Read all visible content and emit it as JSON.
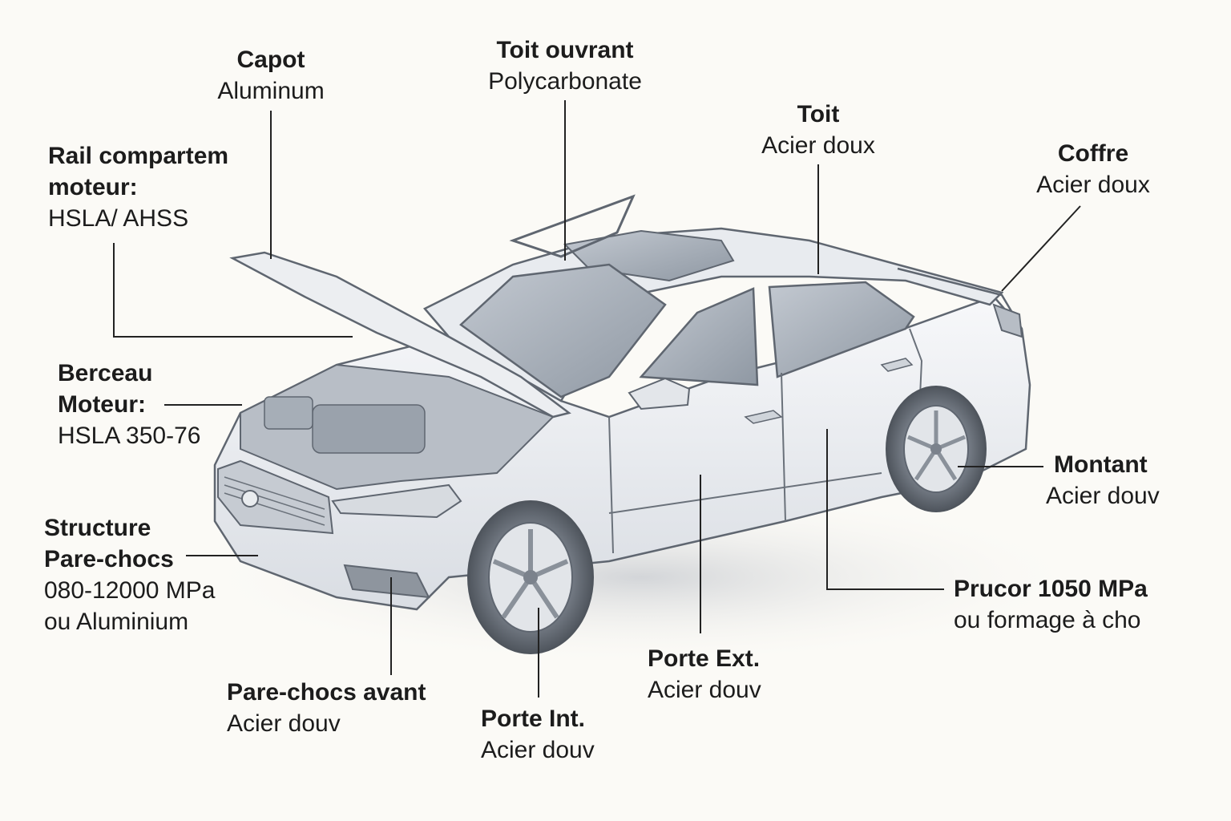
{
  "labels": {
    "capot": {
      "title": "Capot",
      "material": "Aluminum"
    },
    "toit_ouvrant": {
      "title": "Toit ouvrant",
      "material": "Polycarbonate"
    },
    "toit": {
      "title": "Toit",
      "material": "Acier doux"
    },
    "coffre": {
      "title": "Coffre",
      "material": "Acier doux"
    },
    "rail": {
      "title_1": "Rail compartem",
      "title_2": "moteur:",
      "material": "HSLA/ AHSS"
    },
    "berceau": {
      "title_1": "Berceau",
      "title_2": "Moteur:",
      "material": "HSLA 350-76"
    },
    "structure": {
      "title_1": "Structure",
      "title_2": "Pare-chocs",
      "material_1": "080-12000 MPa",
      "material_2": "ou Aluminium"
    },
    "pare_chocs_avant": {
      "title": "Pare-chocs avant",
      "material": "Acier douv"
    },
    "porte_int": {
      "title": "Porte Int.",
      "material": "Acier douv"
    },
    "porte_ext": {
      "title": "Porte Ext.",
      "material": "Acier douv"
    },
    "montant": {
      "title": "Montant",
      "material": "Acier douv"
    },
    "prucor": {
      "title": "Prucor 1050 MPa",
      "material": "ou formage à cho"
    }
  },
  "colors": {
    "background": "#fbfaf6",
    "body_paint": "#eef0f3",
    "outline": "#5f6670",
    "glass": "#a9b1bb",
    "leader_line": "#222222"
  }
}
